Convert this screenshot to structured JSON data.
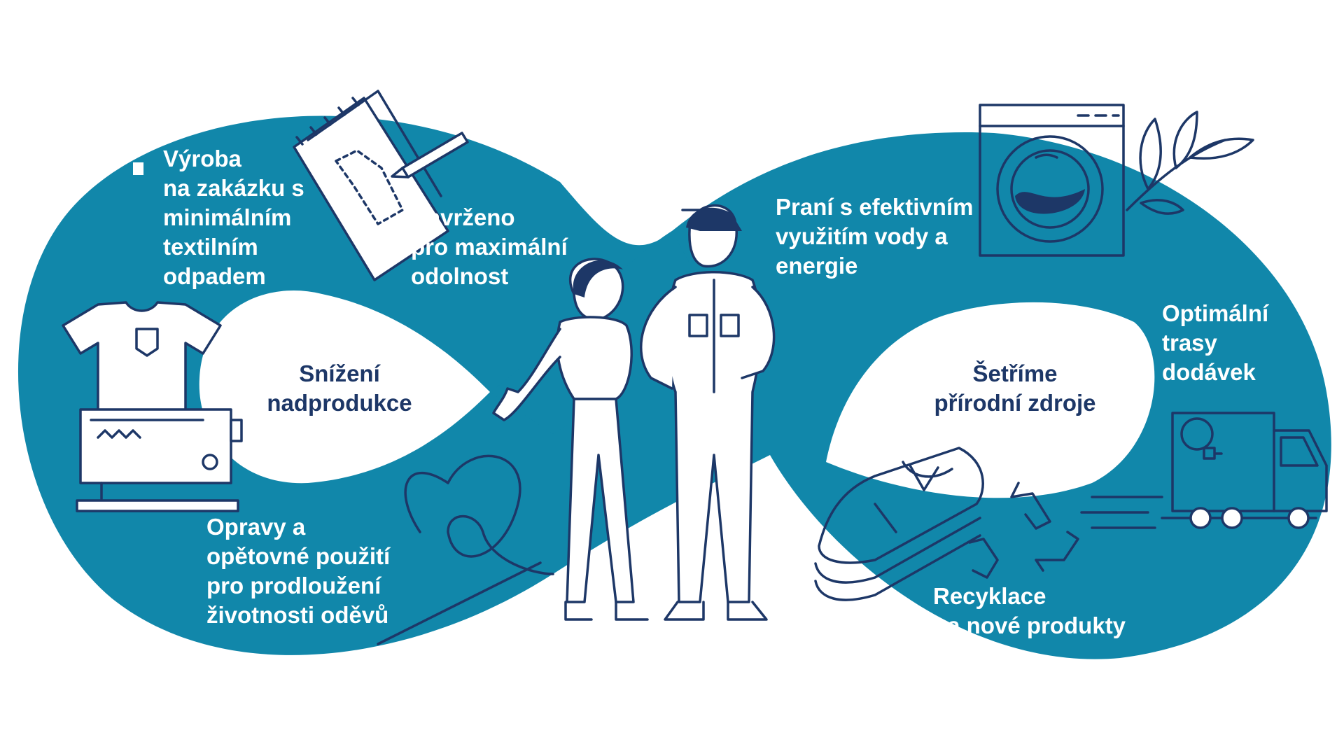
{
  "colors": {
    "band": "#1187aa",
    "ink": "#1d3767",
    "label": "#ffffff",
    "background": "#ffffff"
  },
  "left_loop": {
    "center_label": "Snížení\nnadprodukce",
    "labels": {
      "custom_production": "Výroba\nna zakázku s\nminimálním\ntextilním\nodpadem",
      "durable_design": "Navrženo\npro maximální\nodolnost",
      "repair_reuse": "Opravy a\nopětovné použití\npro prodloužení\nživotnosti oděvů"
    },
    "icons": [
      "notebook-sketch-icon",
      "pencil-icon",
      "tshirt-icon",
      "sewing-machine-icon",
      "needle-thread-heart-icon"
    ]
  },
  "right_loop": {
    "center_label": "Šetříme\npřírodní zdroje",
    "labels": {
      "efficient_washing": "Praní s efektivním\nvyužitím vody a\nenergie",
      "optimal_routes": "Optimální\ntrasy\ndodávek",
      "recycling": "Recyklace\nna nové produkty"
    },
    "icons": [
      "washing-machine-icon",
      "leaf-branch-icon",
      "delivery-truck-icon",
      "folded-shirts-icon",
      "recycle-icon"
    ]
  },
  "people": {
    "icons": [
      "woman-thumbs-up-icon",
      "man-workwear-cap-icon"
    ]
  }
}
